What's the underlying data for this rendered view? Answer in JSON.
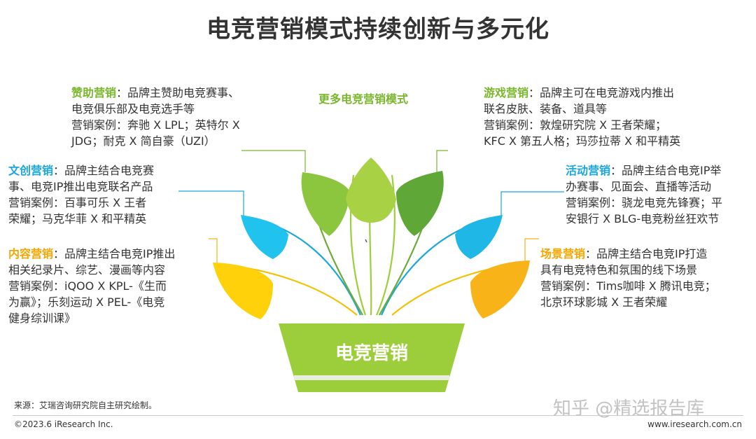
{
  "title": "电竞营销模式持续创新与多元化",
  "center_label": "电竞营销",
  "more_label": "更多电竞营销模式",
  "colors": {
    "green_dark": "#6cab3a",
    "green_light": "#9ccf3c",
    "cyan": "#1ec4ef",
    "yellow": "#ffd20a",
    "orange": "#f7b318",
    "pot": "#9ccd3b",
    "head_green": "#7ab62c",
    "head_cyan": "#1aa7dc",
    "head_orange": "#f7a600"
  },
  "categories": [
    {
      "id": "sponsor",
      "head": "赞助营销",
      "lines": [
        "：品牌主赞助电竞赛事、",
        "电竞俱乐部及电竞选手等",
        "营销案例：奔驰 X LPL；英特尔 X",
        "JDG；耐克 X 简自豪（UZI）"
      ]
    },
    {
      "id": "game",
      "head": "游戏营销",
      "lines": [
        "：品牌主可在电竞游戏内推出",
        "联名皮肤、装备、道具等",
        "营销案例：敦煌研究院 X 王者荣耀；",
        "KFC X 第五人格；玛莎拉蒂 X 和平精英"
      ]
    },
    {
      "id": "ip",
      "head": "文创营销",
      "lines": [
        "：品牌主结合电竞赛",
        "事、电竞IP推出电竞联名产品",
        "营销案例：百事可乐 X 王者",
        "荣耀；马克华菲 X 和平精英"
      ]
    },
    {
      "id": "event",
      "head": "活动营销",
      "lines": [
        "：品牌主结合电竞IP举",
        "办赛事、见面会、直播等活动",
        "营销案例：骁龙电竞先锋赛；平",
        "安银行 X BLG-电竞粉丝狂欢节"
      ]
    },
    {
      "id": "content",
      "head": "内容营销",
      "lines": [
        "：品牌主结合电竞IP推出",
        "相关纪录片、综艺、漫画等内容",
        "营销案例：iQOO X KPL-《生而",
        "为赢》；乐刻运动 X PEL-《电竞",
        "健身综训课》"
      ]
    },
    {
      "id": "scene",
      "head": "场景营销",
      "lines": [
        "：品牌主结合电竞IP打造",
        "具有电竞特色和氛围的线下场景",
        "营销案例：Tims咖啡 X 腾讯电竞；",
        "北京环球影城 X 王者荣耀"
      ]
    }
  ],
  "footer": {
    "source": "来源：艾瑞咨询研究院自主研究绘制。",
    "copyright": "©2023.6 iResearch Inc.",
    "website": "www.iresearch.com.cn",
    "watermark": "知乎 @精选报告库"
  }
}
